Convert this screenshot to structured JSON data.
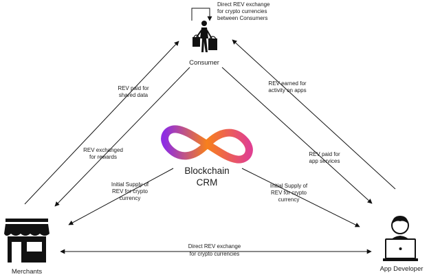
{
  "nodes": {
    "consumer": {
      "label": "Consumer",
      "icon": "shopper-with-bags-icon"
    },
    "merchants": {
      "label": "Merchants",
      "icon": "storefront-icon"
    },
    "developer": {
      "label": "App Developer",
      "icon": "developer-at-laptop-icon"
    }
  },
  "center": {
    "line1": "Blockchain",
    "line2": "CRM",
    "icon": "infinity-logo-icon",
    "colors": [
      "#8e2de2",
      "#f7801c",
      "#e0408f"
    ]
  },
  "flows": {
    "consumer_self": {
      "line1": "Direct REV exchange",
      "line2": "for crypto currencies",
      "line3": "between Consumers"
    },
    "merchants_to_consumer": {
      "line1": "REV paid for",
      "line2": "shared data"
    },
    "consumer_to_merchants": {
      "line1": "REV exchanged",
      "line2": "for rewards"
    },
    "developer_to_consumer": {
      "line1": "REV earned for",
      "line2": "activity on apps"
    },
    "consumer_to_developer": {
      "line1": "REV paid for",
      "line2": "app services"
    },
    "crm_to_merchants": {
      "line1": "Initial Supply of",
      "line2": "REV for crypto",
      "line3": "currency"
    },
    "crm_to_developer": {
      "line1": "Initial Supply of",
      "line2": "REV for crypto",
      "line3": "currency"
    },
    "merchants_developer": {
      "line1": "Direct REV exchange",
      "line2": "for crypto currencies"
    }
  }
}
